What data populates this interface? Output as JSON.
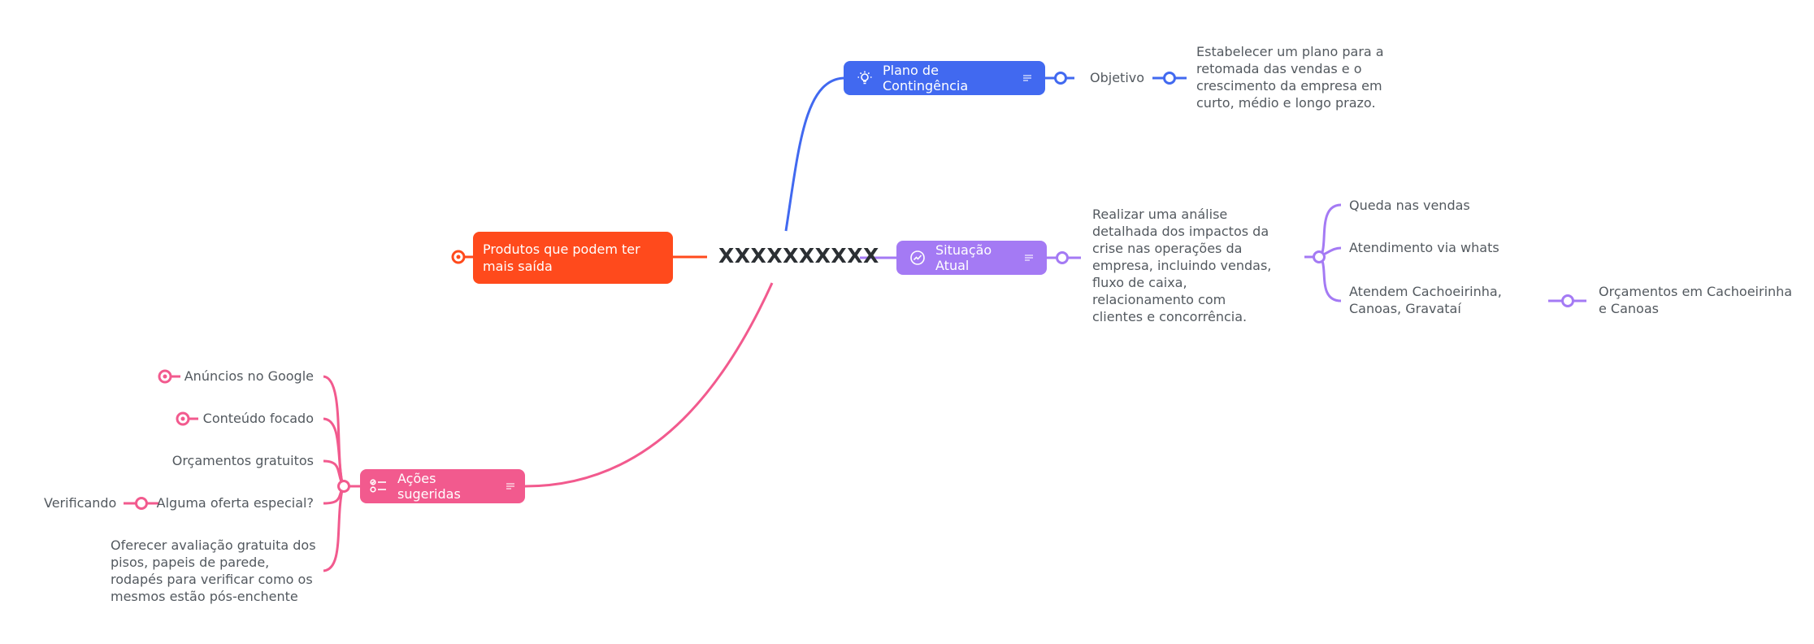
{
  "central": {
    "title": "XXXXXXXXXX"
  },
  "branches": {
    "plano": {
      "label": "Plano de Contingência",
      "color": "#4169f0",
      "child": {
        "label": "Objetivo",
        "detail": "Estabelecer um plano para a retomada das vendas e o crescimento da empresa em curto, médio e longo prazo."
      }
    },
    "situacao": {
      "label": "Situação Atual",
      "color": "#a47af4",
      "detail": "Realizar uma análise detalhada dos impactos da crise nas operações da empresa, incluindo vendas, fluxo de caixa, relacionamento com clientes e concorrência.",
      "items": [
        {
          "label": "Queda nas vendas"
        },
        {
          "label": "Atendimento via whats"
        },
        {
          "label": "Atendem Cachoeirinha, Canoas, Gravataí",
          "child": "Orçamentos em Cachoeirinha e Canoas"
        }
      ]
    },
    "produtos": {
      "label": "Produtos que podem ter mais saída",
      "color": "#ff4a1c"
    },
    "acoes": {
      "label": "Ações sugeridas",
      "color": "#f25a8e",
      "items": [
        {
          "label": "Anúncios no Google"
        },
        {
          "label": "Conteúdo focado"
        },
        {
          "label": "Orçamentos gratuitos"
        },
        {
          "label": "Alguma oferta especial?",
          "child": "Verificando"
        },
        {
          "label": "Oferecer avaliação gratuita dos pisos, papeis de parede, rodapés para verificar como os mesmos estão pós-enchente"
        }
      ]
    }
  },
  "icons": {
    "plano": "lightbulb-icon",
    "situacao": "trend-chart-icon",
    "acoes": "checklist-icon",
    "note": "note-icon"
  }
}
